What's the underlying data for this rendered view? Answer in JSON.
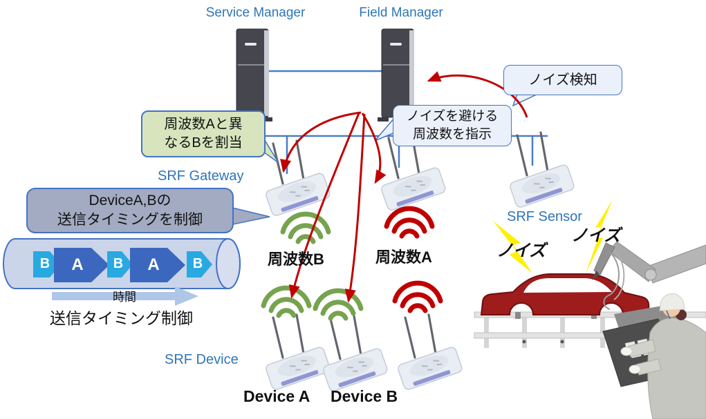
{
  "nodes": {
    "service_manager": "Service Manager",
    "field_manager": "Field Manager",
    "srf_gateway": "SRF Gateway",
    "srf_sensor": "SRF Sensor",
    "srf_device": "SRF Device",
    "device_a": "Device A",
    "device_b": "Device B"
  },
  "frequencies": {
    "freq_b": "周波数B",
    "freq_a": "周波数A"
  },
  "noise_labels": {
    "left": "ノイズ",
    "right": "ノイズ"
  },
  "callouts": {
    "noise_detect": "ノイズ検知",
    "assign_freq": [
      "周波数Aと異",
      "なるBを割当"
    ],
    "avoid_noise": [
      "ノイズを避ける",
      "周波数を指示"
    ],
    "timing": [
      "DeviceA,Bの",
      "送信タイミングを制御"
    ]
  },
  "timeline": {
    "slots": [
      "B",
      "A",
      "B",
      "A",
      "B"
    ],
    "time_label": "時間",
    "caption": "送信タイミング制御"
  },
  "colors": {
    "label_blue": "#2E75B6",
    "line_blue": "#4472C4",
    "arrow_red": "#C00000",
    "wifi_green": "#76A34F",
    "wifi_red": "#C00000",
    "callout_light_blue": "#EAF1FB",
    "callout_green": "#D7E4BD",
    "callout_gray": "#A2ABC2",
    "slot_a_blue": "#3B68BE",
    "slot_b_cyan": "#29A9E1",
    "noise_yellow": "#FFF000",
    "car_red": "#9E1C1C"
  }
}
